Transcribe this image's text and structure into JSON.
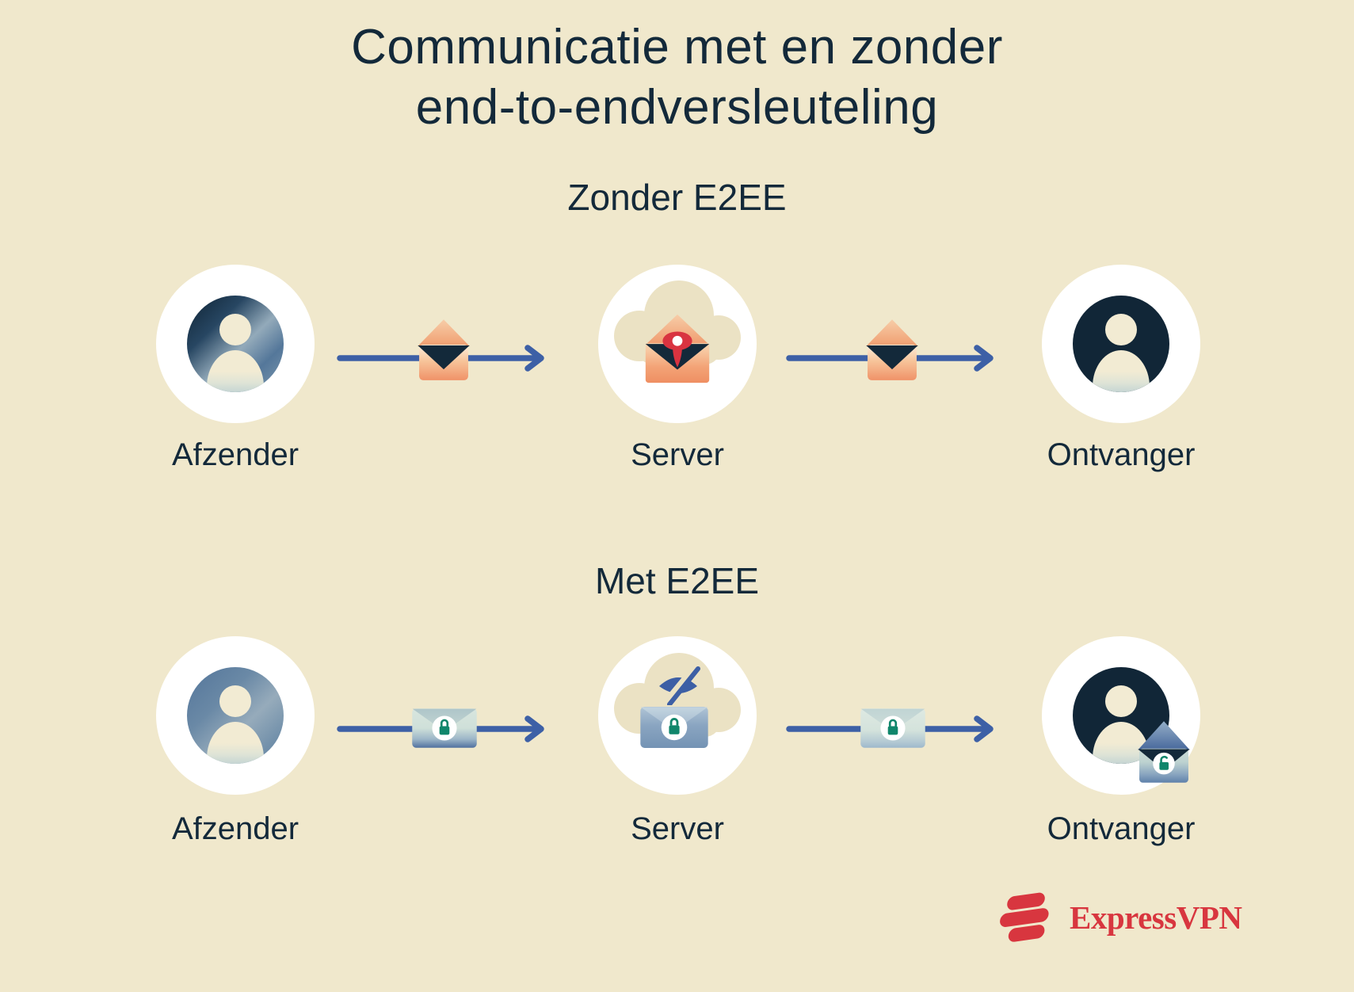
{
  "title": {
    "line1": "Communicatie met en zonder",
    "line2": "end-to-endversleuteling"
  },
  "sections": {
    "without": {
      "subtitle": "Zonder E2EE",
      "sender_label": "Afzender",
      "server_label": "Server",
      "receiver_label": "Ontvanger"
    },
    "with": {
      "subtitle": "Met E2EE",
      "sender_label": "Afzender",
      "server_label": "Server",
      "receiver_label": "Ontvanger"
    }
  },
  "branding": {
    "wordmark": "ExpressVPN"
  },
  "icons": {
    "row1": [
      "person-icon",
      "open-envelope-icon",
      "cloud-icon",
      "eye-icon",
      "arrow-right-icon"
    ],
    "row2": [
      "person-icon",
      "locked-envelope-icon",
      "cloud-icon",
      "eye-off-icon",
      "unlocked-envelope-icon",
      "arrow-right-icon"
    ]
  },
  "colors": {
    "background": "#f0e8cc",
    "navy": "#13293a",
    "arrow_blue": "#3d60a6",
    "peach": "#f4b68d",
    "orange": "#f0936a",
    "eye_red": "#d93340",
    "lock_green": "#10866b",
    "mint_envelope": "#d2e1da",
    "steel_blue": "#7e9cba",
    "cloud_cream": "#ebe2c4",
    "avatar_slate": "#6f8ca6",
    "brand_red": "#d8363f",
    "white": "#ffffff"
  }
}
